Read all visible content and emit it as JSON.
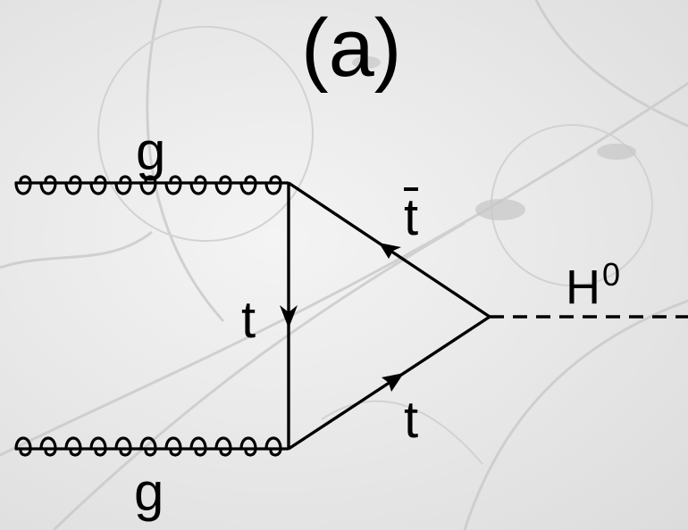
{
  "panel_label": "(a)",
  "particles": {
    "gluon_top": "g",
    "gluon_bottom": "g",
    "top_propagator": "t",
    "antitop": "t",
    "top_outgoing": "t",
    "higgs_base": "H",
    "higgs_charge": "0"
  },
  "colors": {
    "ink": "#000000",
    "background": "#ececec"
  }
}
